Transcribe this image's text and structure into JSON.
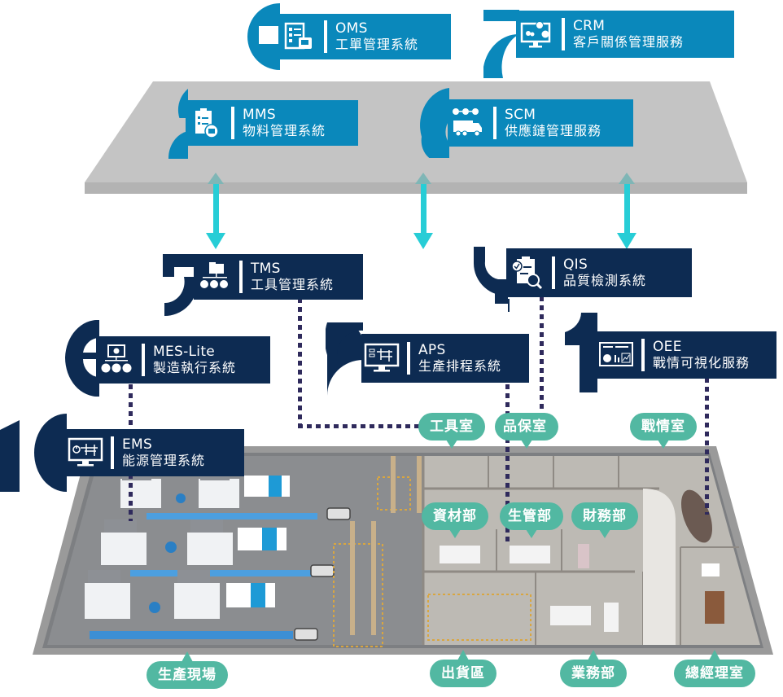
{
  "colors": {
    "cloud_card": "#0a88bb",
    "floor_card": "#0d2b52",
    "platform": "#c4c4c4",
    "arrow": "#27cdd6",
    "connector": "#2f2a5c",
    "bubble": "#52b8a2"
  },
  "cloud_systems": [
    {
      "code": "OMS",
      "name": "工單管理系統",
      "icon": "work-order-icon"
    },
    {
      "code": "CRM",
      "name": "客戶關係管理服務",
      "icon": "customer-network-icon"
    },
    {
      "code": "MMS",
      "name": "物料管理系統",
      "icon": "material-clipboard-icon"
    },
    {
      "code": "SCM",
      "name": "供應鏈管理服務",
      "icon": "supply-truck-icon"
    }
  ],
  "floor_systems": [
    {
      "code": "TMS",
      "name": "工具管理系統",
      "icon": "tool-hierarchy-icon"
    },
    {
      "code": "QIS",
      "name": "品質檢測系統",
      "icon": "quality-inspection-icon"
    },
    {
      "code": "MES-Lite",
      "name": "製造執行系統",
      "icon": "manufacturing-execution-icon"
    },
    {
      "code": "APS",
      "name": "生產排程系統",
      "icon": "scheduling-monitor-icon"
    },
    {
      "code": "OEE",
      "name": "戰情可視化服務",
      "icon": "dashboard-icon"
    },
    {
      "code": "EMS",
      "name": "能源管理系統",
      "icon": "energy-monitor-icon"
    }
  ],
  "locations": {
    "tool_room": "工具室",
    "qa_room": "品保室",
    "war_room": "戰情室",
    "materials_dept": "資材部",
    "production_mgmt": "生管部",
    "finance_dept": "財務部",
    "production_floor": "生產現場",
    "shipping_area": "出貨區",
    "sales_dept": "業務部",
    "gm_office": "總經理室"
  }
}
